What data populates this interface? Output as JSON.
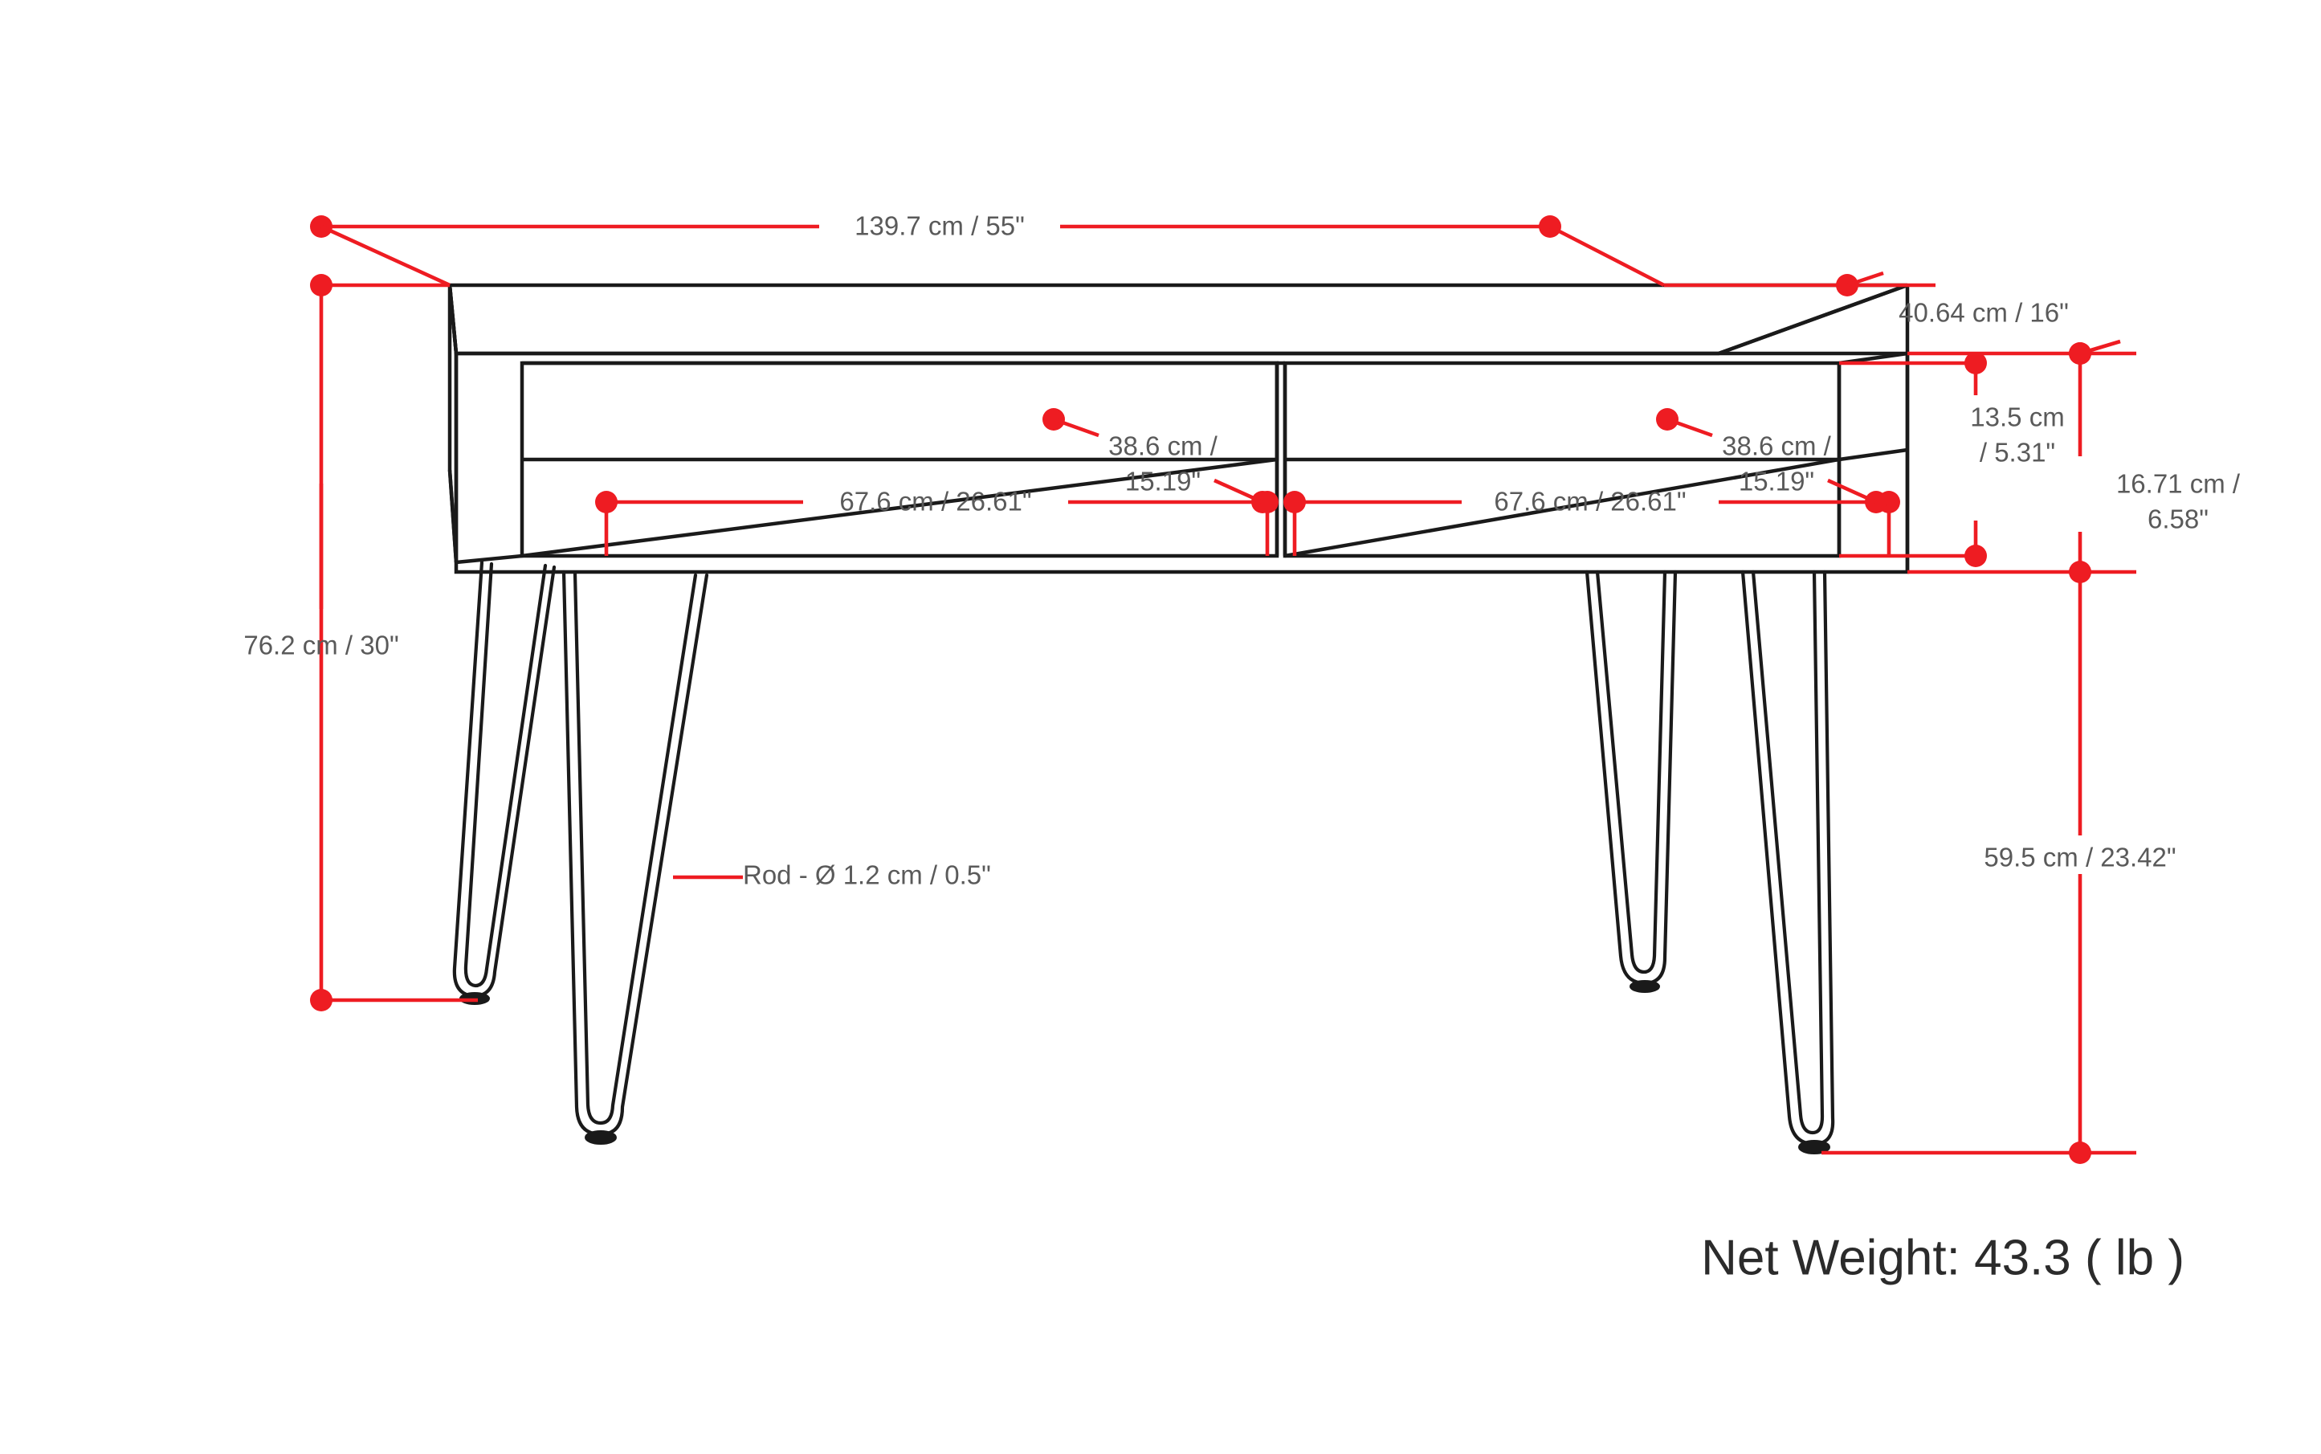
{
  "drawing": {
    "type": "furniture-dimension-diagram",
    "product": "console-desk-with-hairpin-legs",
    "colors": {
      "dimension_line": "#ee1c22",
      "outline": "#1a1a1a",
      "dimension_text": "#5a5a5a",
      "weight_text": "#2b2b2b",
      "background": "#ffffff"
    }
  },
  "dimensions": {
    "overall_width": "139.7 cm / 55\"",
    "overall_depth": "40.64 cm / 16\"",
    "overall_height": "76.2 cm / 30\"",
    "shelf_width_left": "67.6 cm / 26.61\"",
    "shelf_width_right": "67.6 cm / 26.61\"",
    "shelf_depth_left": "38.6 cm /\n15.19\"",
    "shelf_depth_left_line1": "38.6 cm /",
    "shelf_depth_left_line2": "15.19\"",
    "shelf_depth_right_line1": "38.6 cm /",
    "shelf_depth_right_line2": "15.19\"",
    "shelf_height_line1": "13.5 cm",
    "shelf_height_line2": "/ 5.31\"",
    "apron_height_line1": "16.71 cm /",
    "apron_height_line2": "6.58\"",
    "leg_height": "59.5 cm / 23.42\"",
    "rod_diameter": "Rod - Ø 1.2 cm / 0.5\""
  },
  "net_weight": {
    "label": "Net Weight: 43.3 ( lb )"
  }
}
